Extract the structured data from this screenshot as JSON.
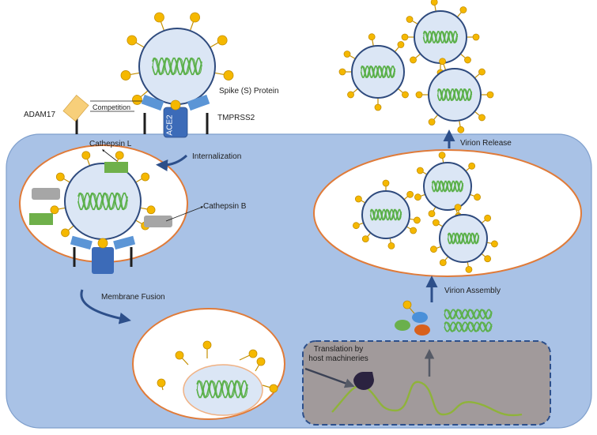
{
  "colors": {
    "cell_fill": "#a9c2e6",
    "cell_stroke": "#7f9fcc",
    "vesicle_stroke": "#e07b39",
    "virion_fill": "#dbe6f5",
    "virion_stroke": "#2e4a7d",
    "spike_color": "#f5b800",
    "spike_stroke": "#c48f00",
    "rna_color": "#5bb04a",
    "receptor_blue": "#4a7ec2",
    "ace2_blue": "#3c6bb8",
    "tmprss2_blue": "#5b95d6",
    "adam17_color": "#f7cf7a",
    "cathepsin_l_green": "#6fb04a",
    "cathepsin_b_gray": "#a6a6a6",
    "arrow_blue": "#2d4f8a",
    "translation_box_fill": "#a19a9b",
    "translation_box_stroke": "#2d4f8a",
    "ribosome_dark": "#2b2340",
    "rna_strand": "#8fb33a",
    "protein_orange": "#d8601c",
    "protein_green": "#6ab04c",
    "protein_blue": "#4a90d9"
  },
  "labels": {
    "spike": "Spike (S) Protein",
    "adam17": "ADAM17",
    "competition": "Competition",
    "tmprss2": "TMPRSS2",
    "ace2": "ACE2",
    "cathepsin_l": "Cathepsin L",
    "cathepsin_b": "Cathepsin B",
    "internalization": "Internalization",
    "membrane_fusion": "Membrane Fusion",
    "translation": "Translation by host machineries",
    "virion_assembly": "Virion Assembly",
    "virion_release": "Virion Release"
  },
  "icons": [
    "virion-icon",
    "spike-protein-icon",
    "rna-helix-icon",
    "ribosome-icon",
    "receptor-icon"
  ]
}
